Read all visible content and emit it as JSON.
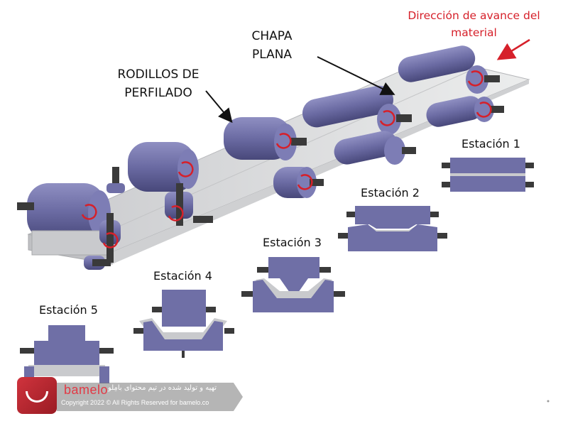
{
  "labels": {
    "direction": "Dirección de avance del material",
    "chapa": "CHAPA PLANA",
    "rodillos": "RODILLOS DE PERFILADO"
  },
  "stations": [
    {
      "label": "Estación 1"
    },
    {
      "label": "Estación 2"
    },
    {
      "label": "Estación 3"
    },
    {
      "label": "Estación 4"
    },
    {
      "label": "Estación 5"
    }
  ],
  "watermark": {
    "brand": "bamelo",
    "persian": "تهیه و تولید شده در تیم محتوای بامِلو",
    "copyright": "Copyright 2022 © All Rights Reserved for bamelo.co"
  },
  "colors": {
    "roller": "#6f6fa6",
    "roller_dark": "#4b4b7e",
    "shaft": "#3a3a3a",
    "sheet": "#d9dadd",
    "accent_red": "#d6202a"
  }
}
